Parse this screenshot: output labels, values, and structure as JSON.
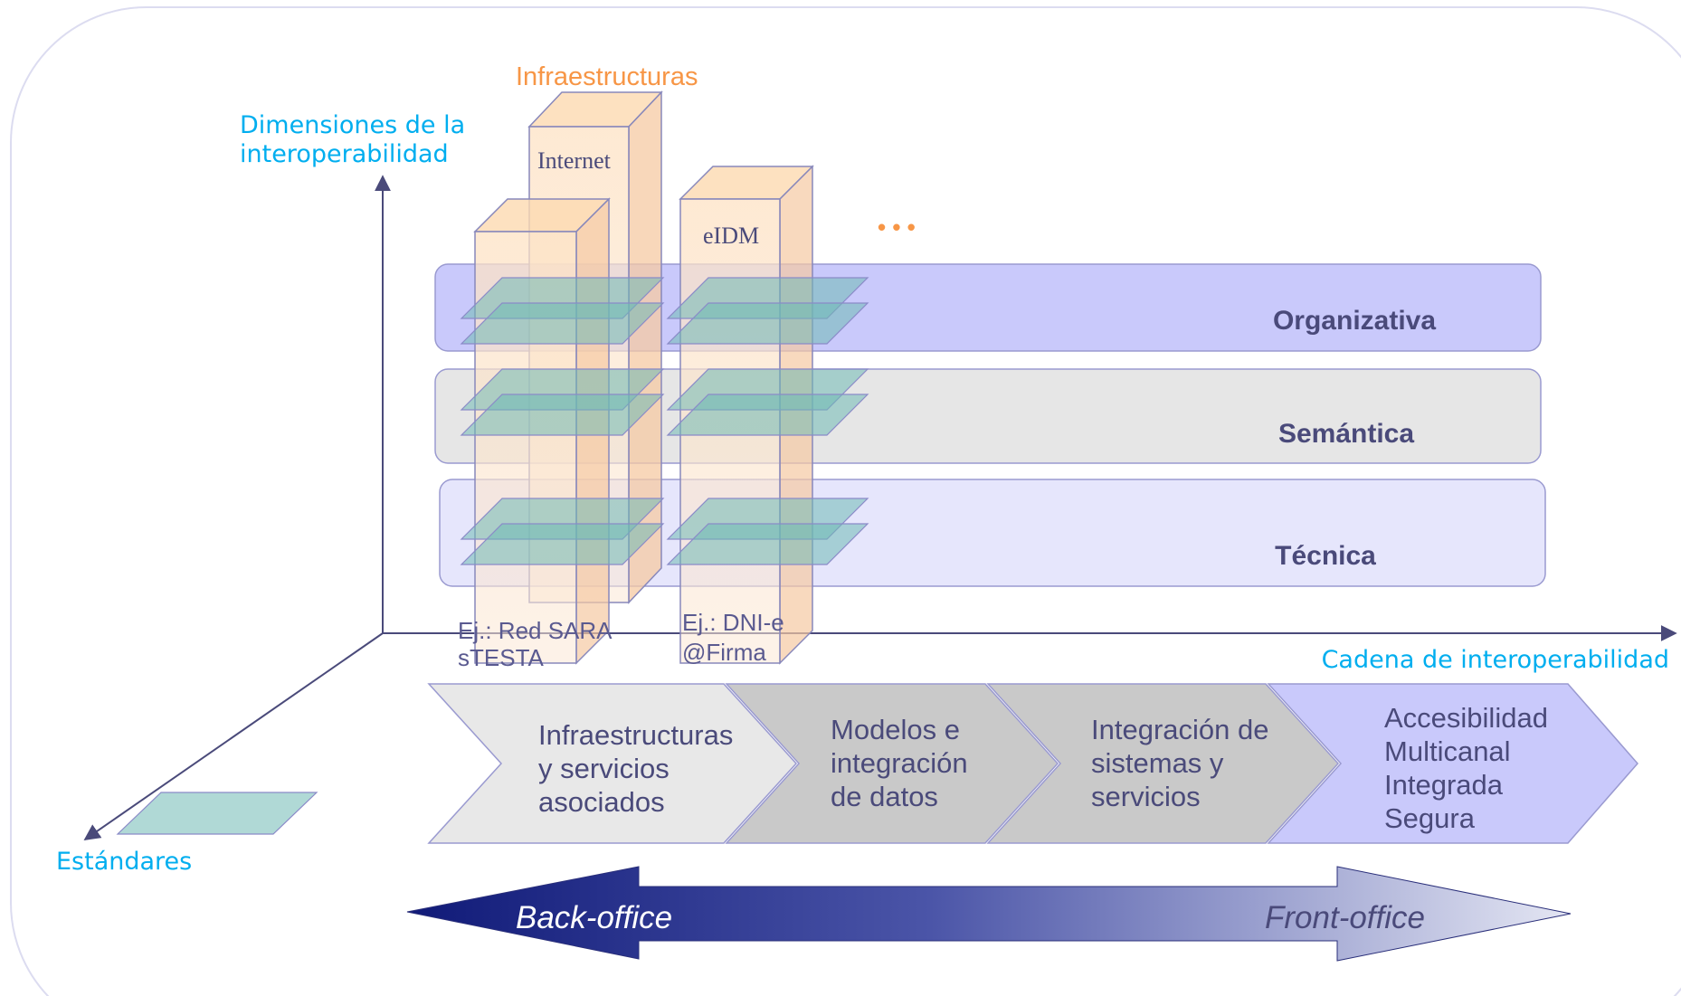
{
  "axes": {
    "vertical_label": [
      "Dimensiones de la",
      "interoperabilidad"
    ],
    "horizontal_label": "Cadena de interoperabilidad",
    "depth_label": "Estándares"
  },
  "infrastructure": {
    "header": "Infraestructuras",
    "ellipsis": "• • •",
    "towers": [
      {
        "label": "Internet"
      },
      {
        "label": "eIDM"
      }
    ],
    "examples": [
      {
        "lines": [
          "Ej.: Red SARA",
          "sTESTA"
        ]
      },
      {
        "lines": [
          "Ej.: DNI-e",
          "@Firma"
        ]
      }
    ]
  },
  "layers": [
    {
      "label": "Organizativa"
    },
    {
      "label": "Semántica"
    },
    {
      "label": "Técnica"
    }
  ],
  "chain": [
    {
      "lines": [
        "Infraestructuras",
        "y servicios",
        "asociados"
      ]
    },
    {
      "lines": [
        "Modelos e",
        "integración",
        "de datos"
      ]
    },
    {
      "lines": [
        "Integración de",
        "sistemas y",
        "servicios"
      ]
    },
    {
      "lines": [
        "Accesibilidad",
        "Multicanal",
        "Integrada",
        "Segura"
      ]
    }
  ],
  "office_arrow": {
    "left": "Back-office",
    "right": "Front-office"
  },
  "colors": {
    "axis_label": "#00aeef",
    "infra_header": "#f79646",
    "layer_text": "#4a4a7a",
    "organizativa_fill": "#c9c9fb",
    "semantica_fill": "#e6e6e6",
    "tecnica_fill": "#e6e6fc",
    "chevron_1": "#e8e8e8",
    "chevron_2": "#c9c9c9",
    "chevron_3": "#c9c9c9",
    "chevron_4": "#c9c9fb",
    "back_office": "#1e2a8a",
    "front_office": "#d8dcee"
  }
}
